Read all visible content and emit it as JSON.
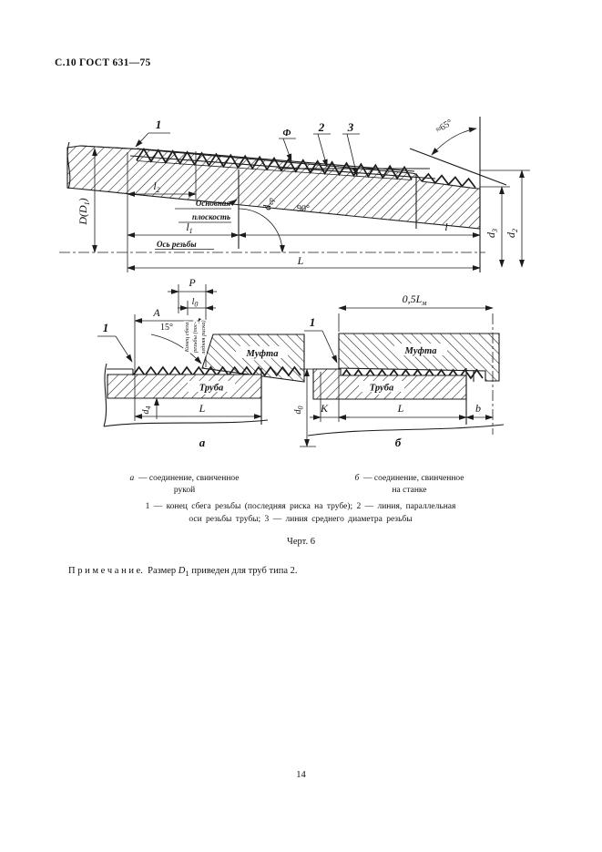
{
  "header": {
    "title": "С.10 ГОСТ 631—75"
  },
  "footer": {
    "page_number": "14"
  },
  "figure": {
    "caption": "Черт. 6",
    "sub_a": {
      "key": "а",
      "text": "—  соединение, свинченное",
      "text2": "рукой"
    },
    "sub_b": {
      "key": "б",
      "text": "—  соединение, свинченное",
      "text2": "на станке"
    },
    "legend_line1": "1 — конец сбега резьбы (последняя риска на трубе); 2 — линия, параллельная",
    "legend_line2": "оси резьбы трубы; 3 — линия среднего диаметра резьбы"
  },
  "note": {
    "label": "П р и м е ч а н и е.",
    "pre": "Размер",
    "var": "D",
    "var_sub": "1",
    "post": "приведен для труб типа 2."
  },
  "top": {
    "callout1": "1",
    "phi": "Ф",
    "callout2": "2",
    "callout3": "3",
    "angle65": "≈65°",
    "l2": {
      "base": "l",
      "sub": "2"
    },
    "plane1": "Основная",
    "plane2": "плоскость",
    "dcp": {
      "base": "d",
      "sub": "ср"
    },
    "angle90": "90°",
    "l1": {
      "base": "l",
      "sub": "1"
    },
    "l": "l",
    "axis_label": "Ось резьбы",
    "L": "L",
    "D": {
      "a": "D(D",
      "sub": "1",
      "b": ")"
    },
    "d3": {
      "base": "d",
      "sub": "3"
    },
    "d2": {
      "base": "d",
      "sub": "2"
    }
  },
  "left": {
    "callout1": "1",
    "P": "P",
    "l0": {
      "base": "l",
      "sub": "0"
    },
    "A": "A",
    "angle15": "15°",
    "vtext1": "Конец сбега",
    "vtext2": "резьбы (пос-",
    "vtext3": "ледняя риска)",
    "mufta": "Муфта",
    "truba": "Труба",
    "d4": {
      "base": "d",
      "sub": "4"
    },
    "L": "L",
    "sub_label": "а"
  },
  "right": {
    "callout1": "1",
    "halfLm": {
      "base": "0,5L",
      "sub": "м"
    },
    "mufta": "Муфта",
    "truba": "Труба",
    "d0": {
      "base": "d",
      "sub": "0"
    },
    "K": "K",
    "L": "L",
    "b": "b",
    "sub_label": "б"
  }
}
